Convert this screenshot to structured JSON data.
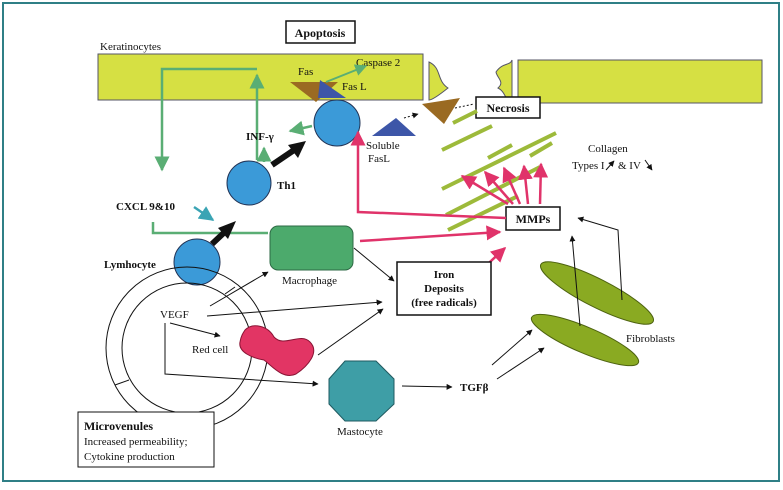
{
  "labels": {
    "apoptosis": "Apoptosis",
    "keratinocytes": "Keratinocytes",
    "caspase": "Caspase 2",
    "fas": "Fas",
    "fasl": "Fas L",
    "necrosis": "Necrosis",
    "collagen_1": "Collagen",
    "collagen_2": "Types I",
    "collagen_3": "& IV",
    "inf": "INF-γ",
    "soluble_1": "Soluble",
    "soluble_2": "FasL",
    "th1": "Th1",
    "cxcl": "CXCL 9&10",
    "mmps": "MMPs",
    "lymphocyte": "Lymhocyte",
    "macrophage": "Macrophage",
    "iron_1": "Iron",
    "iron_2": "Deposits",
    "iron_3": "(free radicals)",
    "vegf": "VEGF",
    "red_cell": "Red cell",
    "fibroblasts": "Fibroblasts",
    "tgf": "TGFβ",
    "mastocyte": "Mastocyte",
    "microvenules_title": "Microvenules",
    "microvenules_line1": "Increased permeability;",
    "microvenules_line2": "Cytokine production"
  },
  "colors": {
    "frame": "#2f7f86",
    "keratinocyte": "#d6e043",
    "green_arrow": "#5aae74",
    "pink_arrow": "#e0336a",
    "cell_blue": "#3b9ad8",
    "macrophage": "#4caa6c",
    "mastocyte": "#3e9ea6",
    "fibroblast": "#8aaa22",
    "red_cell": "#e23564",
    "fas_brown": "#9a6a22",
    "fasl_blue": "#3d56a8",
    "collagen": "#9dba3a"
  }
}
